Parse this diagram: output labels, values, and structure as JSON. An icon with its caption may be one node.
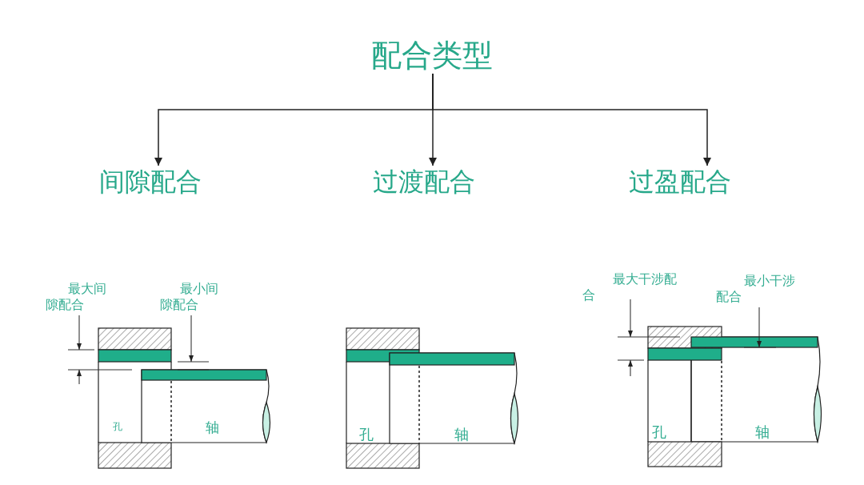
{
  "diagram": {
    "nodes": [
      {
        "text": [
          "配合类型"
        ]
      },
      {
        "text": [
          "间隙配合"
        ]
      },
      {
        "text": [
          "过渡配合"
        ]
      },
      {
        "text": [
          "过盈配合"
        ]
      }
    ],
    "edges": [
      {
        "from": 0,
        "to": 1,
        "arrow": "to"
      },
      {
        "from": 0,
        "to": 2,
        "arrow": "to"
      },
      {
        "from": 0,
        "to": 3,
        "arrow": "to"
      }
    ],
    "labels": [
      "最大间隙配合",
      "最小间隙配合",
      "孔",
      "轴",
      "孔",
      "轴",
      "最大干涉配合",
      "最小干涉配合",
      "孔",
      "轴"
    ]
  }
}
